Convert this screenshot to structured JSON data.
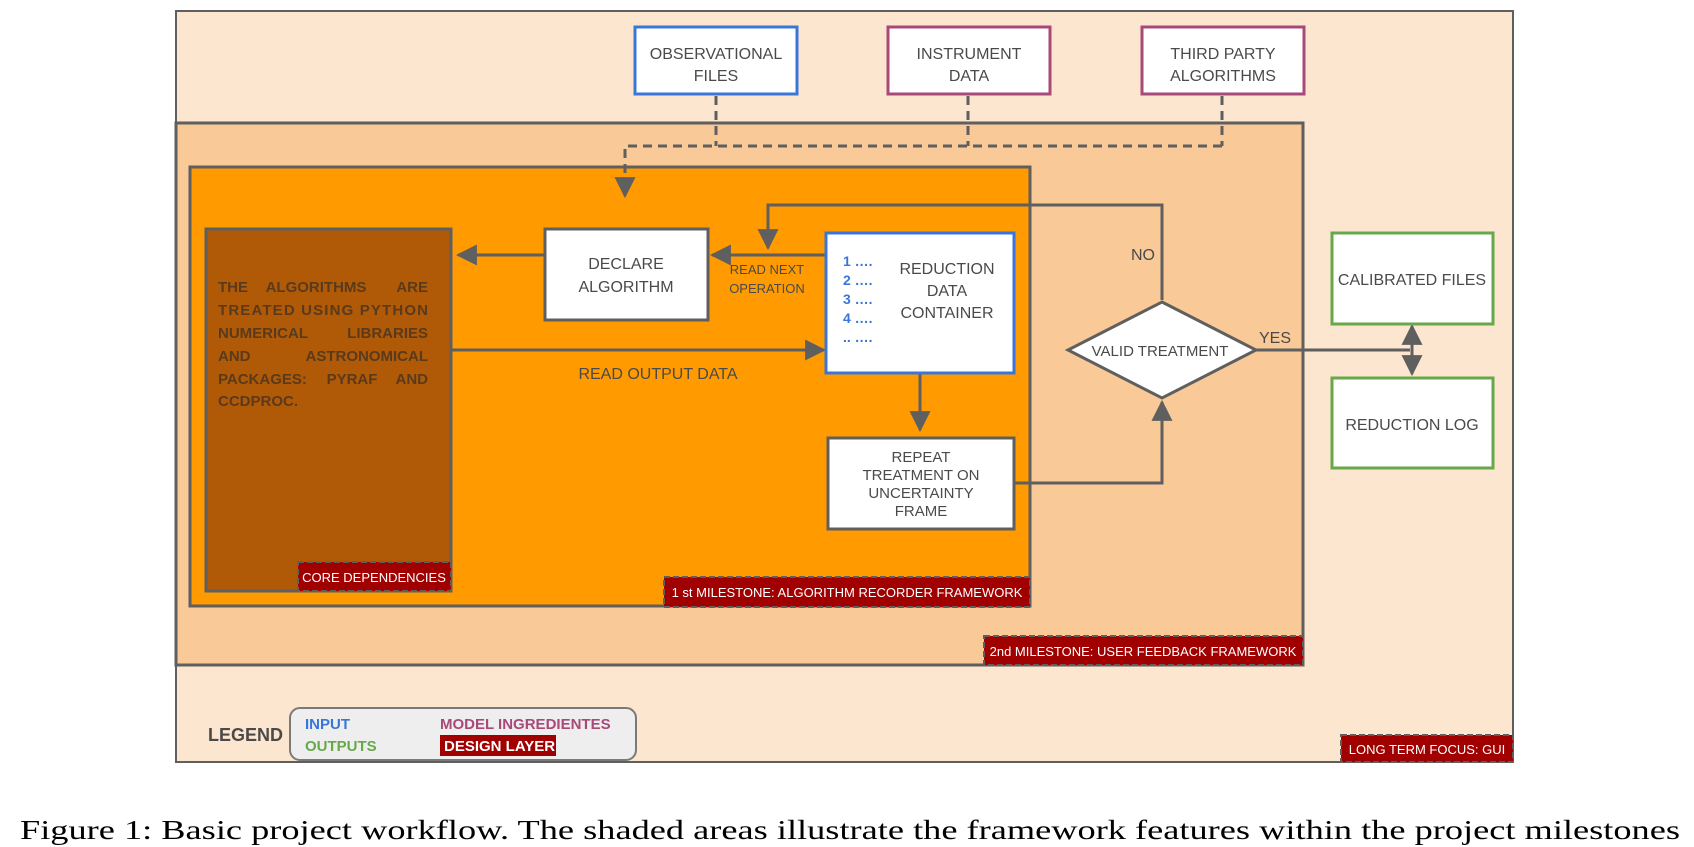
{
  "inputs": {
    "observational": [
      "OBSERVATIONAL",
      "FILES"
    ],
    "instrument": [
      "INSTRUMENT",
      "DATA"
    ],
    "third_party": [
      "THIRD PARTY",
      "ALGORITHMS"
    ]
  },
  "core_text": [
    [
      "THE",
      "ALGORITHMS",
      "ARE"
    ],
    [
      "TREATED USING PYTHON"
    ],
    [
      "NUMERICAL",
      "LIBRARIES"
    ],
    [
      "AND",
      "ASTRONOMICAL"
    ],
    [
      "PACKAGES:",
      "PYRAF",
      "AND"
    ],
    [
      "CCDPROC."
    ]
  ],
  "declare": [
    "DECLARE",
    "ALGORITHM"
  ],
  "read_next": [
    "READ NEXT",
    "OPERATION"
  ],
  "container": {
    "list": [
      "1 ….",
      "2 ….",
      "3 ….",
      "4 ….",
      ".. …."
    ],
    "title": [
      "REDUCTION",
      "DATA",
      "CONTAINER"
    ]
  },
  "read_output": "READ OUTPUT DATA",
  "repeat": [
    "REPEAT",
    "TREATMENT ON",
    "UNCERTAINTY",
    "FRAME"
  ],
  "decision": {
    "label": "VALID  TREATMENT",
    "no": "NO",
    "yes": "YES"
  },
  "outputs": {
    "calibrated": "CALIBRATED FILES",
    "log": "REDUCTION LOG"
  },
  "tags": {
    "core": "CORE DEPENDENCIES",
    "milestone1": "1 st MILESTONE: ALGORITHM RECORDER FRAMEWORK",
    "milestone2": "2nd MILESTONE: USER FEEDBACK FRAMEWORK",
    "long_term": "LONG TERM FOCUS: GUI"
  },
  "legend": {
    "title": "LEGEND",
    "input": "INPUT",
    "outputs": "OUTPUTS",
    "model": "MODEL INGREDIENTES",
    "design": "DESIGN LAYER"
  },
  "caption": "Figure 1: Basic project workflow. The shaded areas illustrate the framework features within the project milestones",
  "colors": {
    "outer_bg": "#fce6cf",
    "milestone2_bg": "#f9c998",
    "milestone1_bg": "#ff9a00",
    "core_bg": "#b05a08",
    "frame": "#5f5f5f",
    "input_blue": "#3a76d8",
    "model_magenta": "#a8497a",
    "output_green": "#66a84a",
    "tag_red": "#a00000"
  }
}
